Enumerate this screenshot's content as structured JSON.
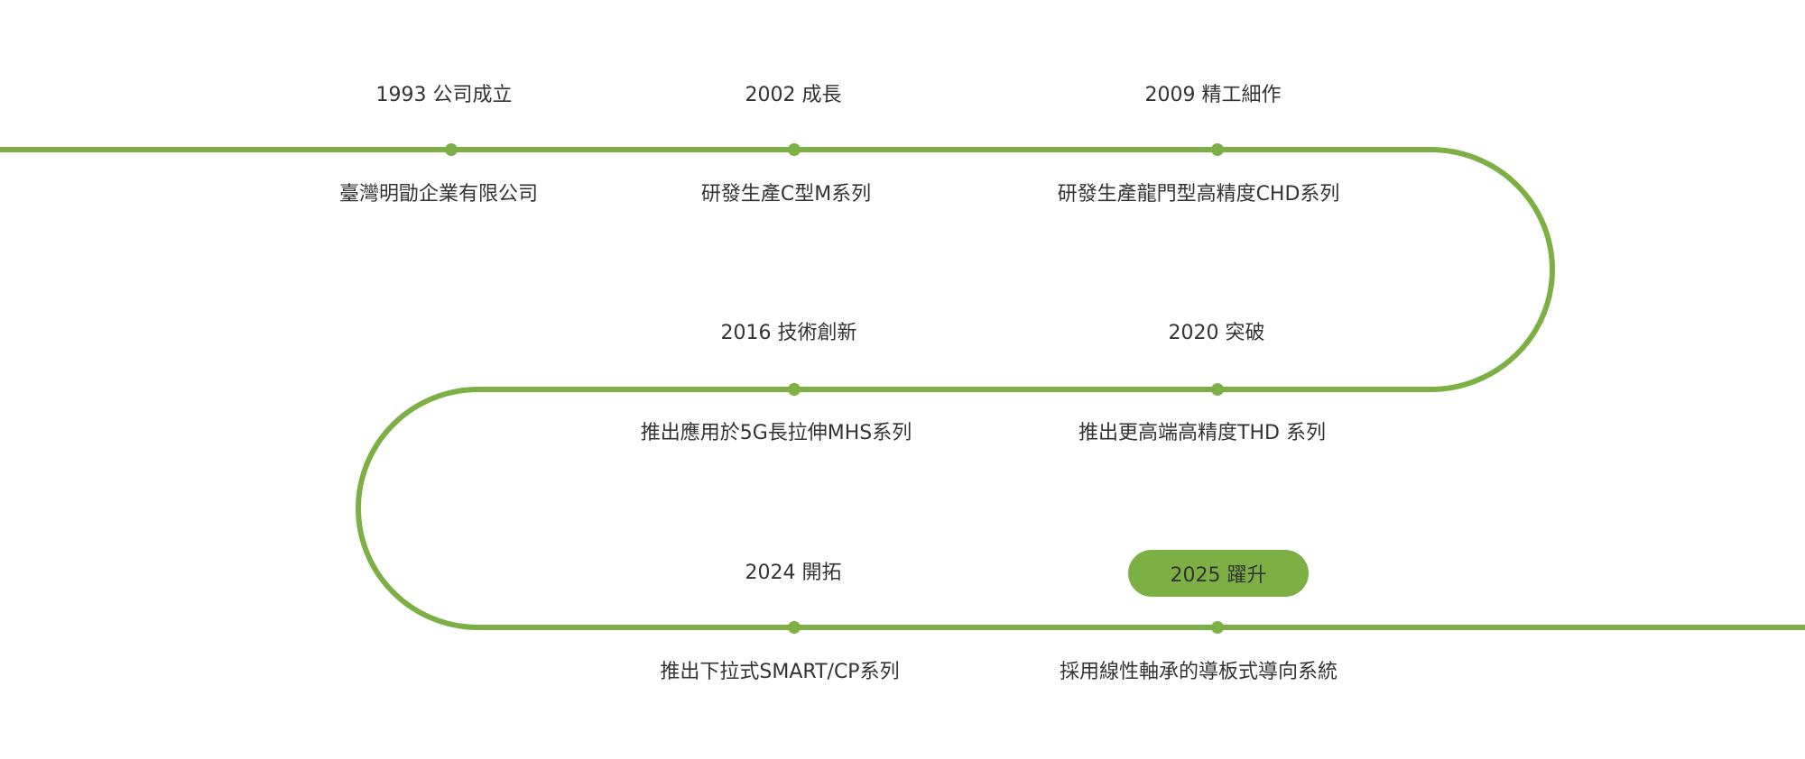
{
  "colors": {
    "line": "#7cb045",
    "highlight": "#7cb045",
    "text": "#333333"
  },
  "milestones": [
    {
      "title": "1993 公司成立",
      "description": "臺灣明勖企業有限公司"
    },
    {
      "title": "2002 成長",
      "description": "研發生產C型M系列"
    },
    {
      "title": "2009 精工細作",
      "description": "研發生產龍門型高精度CHD系列"
    },
    {
      "title": "2016 技術創新",
      "description": "推出應用於5G長拉伸MHS系列"
    },
    {
      "title": "2020 突破",
      "description": "推出更高端高精度THD 系列"
    },
    {
      "title": "2024 開拓",
      "description": "推出下拉式SMART/CP系列"
    },
    {
      "title": "2025 躍升",
      "description": "採用線性軸承的導板式導向系統"
    }
  ]
}
